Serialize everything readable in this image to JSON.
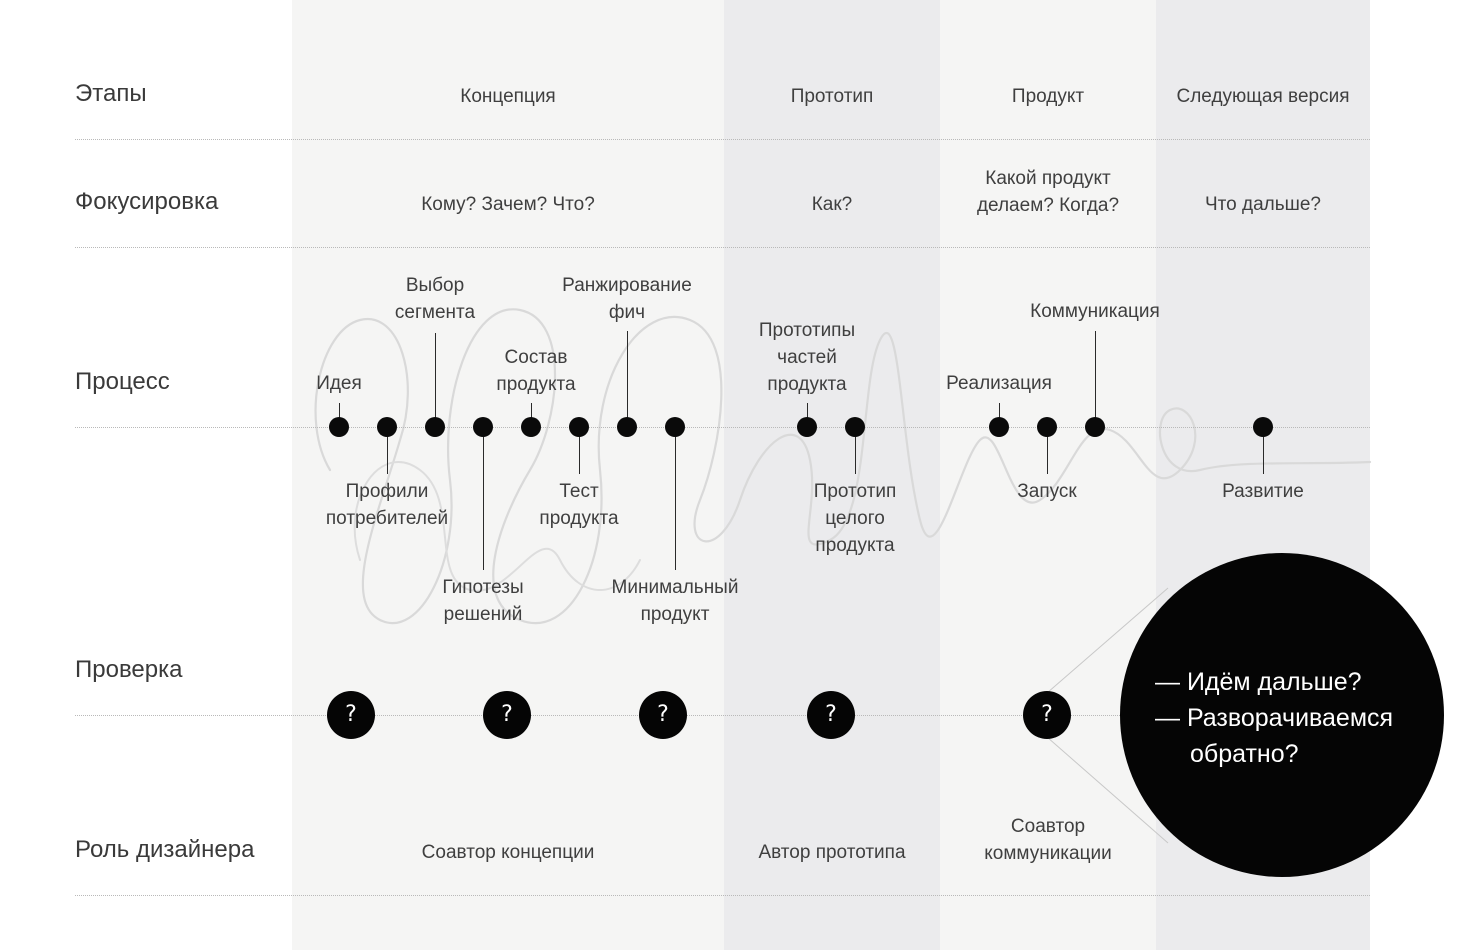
{
  "colors": {
    "concept_bg": "#f5f5f4",
    "prototype_bg": "#ebebed",
    "product_bg": "#f5f5f4",
    "next_bg": "#ebebed",
    "accent": "#050505"
  },
  "rows": {
    "stages": "Этапы",
    "focus": "Фокусировка",
    "process": "Процесс",
    "check": "Проверка",
    "role": "Роль дизайнера"
  },
  "columns": {
    "concept": {
      "stage": "Концепция",
      "focus": "Кому?  Зачем?  Что?",
      "role": "Соавтор концепции"
    },
    "prototype": {
      "stage": "Прототип",
      "focus": "Как?",
      "role": "Автор прототипа"
    },
    "product": {
      "stage": "Продукт",
      "focus": "Какой продукт\nделаем?  Когда?",
      "role": "Соавтор\nкоммуникации"
    },
    "next": {
      "stage": "Следующая версия",
      "focus": "Что дальше?"
    }
  },
  "process_steps": [
    "Идея",
    "Профили\nпотребителей",
    "Выбор\nсегмента",
    "Гипотезы\nрешений",
    "Состав\nпродукта",
    "Тест\nпродукта",
    "Ранжирование\nфич",
    "Минимальный\nпродукт",
    "Прототипы\nчастей\nпродукта",
    "Прототип\nцелого\nпродукта",
    "Реализация",
    "Запуск",
    "Коммуникация",
    "Развитие"
  ],
  "checkpoint_symbol": "?",
  "callout": {
    "line1": "— Идём дальше?",
    "line2": "— Разворачиваемся",
    "line3": "обратно?"
  }
}
